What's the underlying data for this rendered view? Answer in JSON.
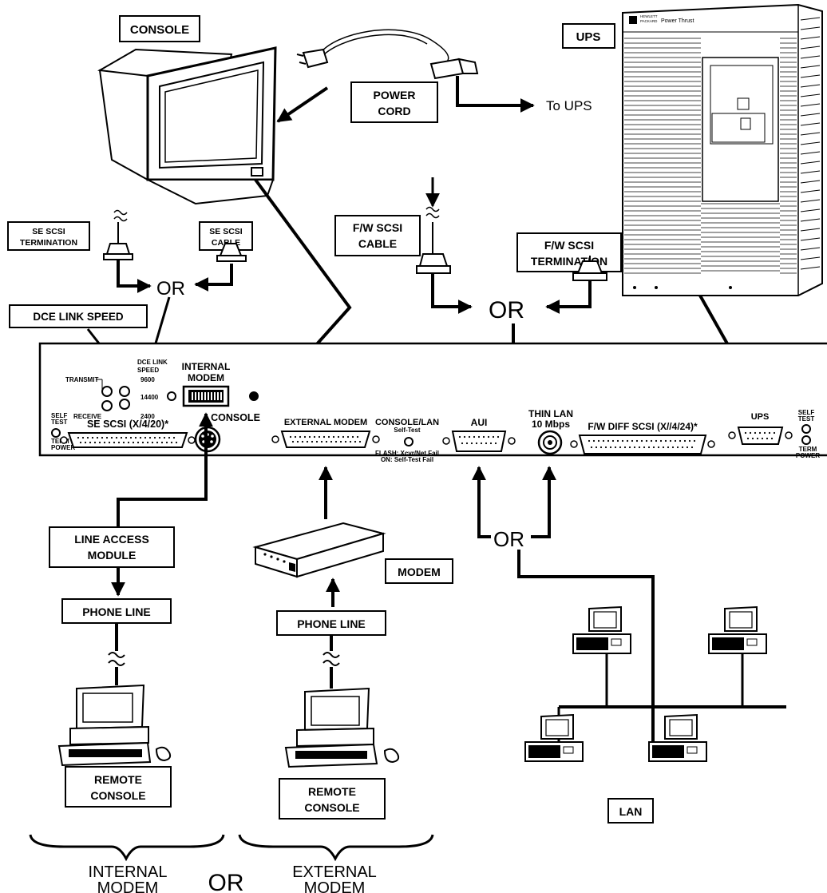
{
  "labels": {
    "console": "CONSOLE",
    "power_cord_1": "POWER",
    "power_cord_2": "CORD",
    "to_ups": "To UPS",
    "ups": "UPS",
    "ups_brand_1": "HEWLETT",
    "ups_brand_2": "PACKARD",
    "ups_brand_3": "Power Thrust",
    "se_scsi_termination_1": "SE SCSI",
    "se_scsi_termination_2": "TERMINATION",
    "se_scsi_cable_1": "SE SCSI",
    "se_scsi_cable_2": "CABLE",
    "or_se": "OR",
    "dce_link_speed": "DCE LINK SPEED",
    "fw_scsi_cable_1": "F/W SCSI",
    "fw_scsi_cable_2": "CABLE",
    "fw_scsi_termination_1": "F/W SCSI",
    "fw_scsi_termination_2": "TERMINATION",
    "or_fw": "OR",
    "line_access_module_1": "LINE  ACCESS",
    "line_access_module_2": "MODULE",
    "phone_line_left": "PHONE LINE",
    "phone_line_right": "PHONE LINE",
    "modem": "MODEM",
    "or_lan": "OR",
    "remote_console_left_1": "REMOTE",
    "remote_console_left_2": "CONSOLE",
    "remote_console_right_1": "REMOTE",
    "remote_console_right_2": "CONSOLE",
    "lan": "LAN",
    "internal_modem_bottom_1": "INTERNAL",
    "internal_modem_bottom_2": "MODEM",
    "or_bottom": "OR",
    "external_modem_bottom_1": "EXTERNAL",
    "external_modem_bottom_2": "MODEM"
  },
  "panel": {
    "transmit": "TRANSMIT",
    "receive": "RECEIVE",
    "dce_link_1": "DCE LINK",
    "dce_link_2": "SPEED",
    "speed_9600": "9600",
    "speed_14400": "14400",
    "speed_2400": "2400",
    "internal_modem_1": "INTERNAL",
    "internal_modem_2": "MODEM",
    "self_test_left_1": "SELF",
    "self_test_left_2": "TEST",
    "term_power_left_1": "TERM",
    "term_power_left_2": "POWER",
    "se_scsi_port": "SE SCSI (X/4/20)*",
    "console_port": "CONSOLE",
    "external_modem_port": "EXTERNAL MODEM",
    "console_lan": "CONSOLE/LAN",
    "self_test_small": "Self-Test",
    "flash_note": "FLASH: Xcvr/Net Fail",
    "on_note": "ON: Self-Test Fail",
    "aui": "AUI",
    "thin_lan_1": "THIN LAN",
    "thin_lan_2": "10 Mbps",
    "fw_diff_scsi": "F/W DIFF SCSI (X//4/24)*",
    "ups_port": "UPS",
    "self_test_right_1": "SELF",
    "self_test_right_2": "TEST",
    "term_power_right_1": "TERM",
    "term_power_right_2": "POWER"
  },
  "colors": {
    "ink": "#000000",
    "paper": "#ffffff"
  }
}
